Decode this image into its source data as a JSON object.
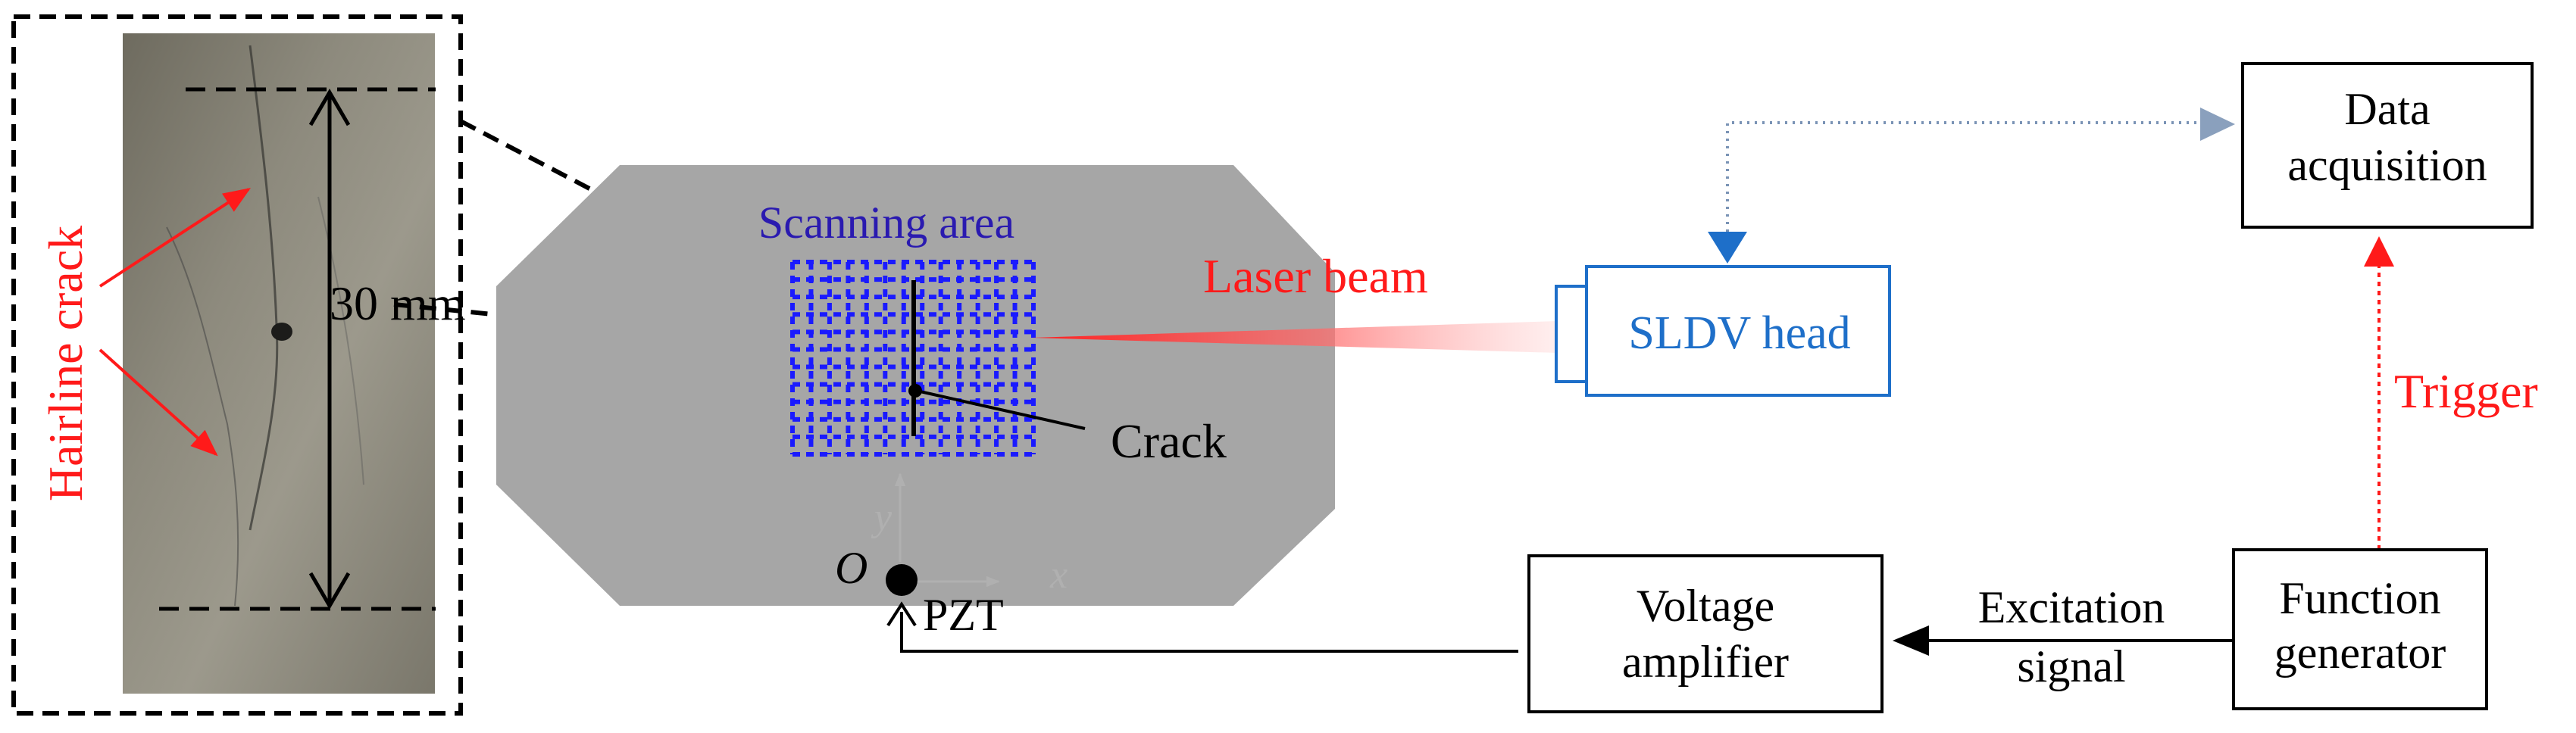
{
  "inset": {
    "hairline_label": "Hairline crack",
    "dimension_label": "30 mm"
  },
  "specimen": {
    "scanning_label": "Scanning area",
    "crack_label": "Crack",
    "origin_label": "O",
    "axis_x_label": "x",
    "axis_y_label": "y",
    "pzt_label": "PZT"
  },
  "laser": {
    "label": "Laser beam"
  },
  "sldv": {
    "label": "SLDV head"
  },
  "daq": {
    "line1": "Data",
    "line2": "acquisition"
  },
  "trigger": {
    "label": "Trigger"
  },
  "function_generator": {
    "line1": "Function",
    "line2": "generator"
  },
  "excitation": {
    "line1": "Excitation",
    "line2": "signal"
  },
  "amplifier": {
    "line1": "Voltage",
    "line2": "amplifier"
  },
  "colors": {
    "red": "#ff1a1a",
    "blue": "#1e6fc9",
    "grid_blue": "#1a1aff",
    "scan_label": "#2a1ab0",
    "plate": "#a6a6a6"
  }
}
